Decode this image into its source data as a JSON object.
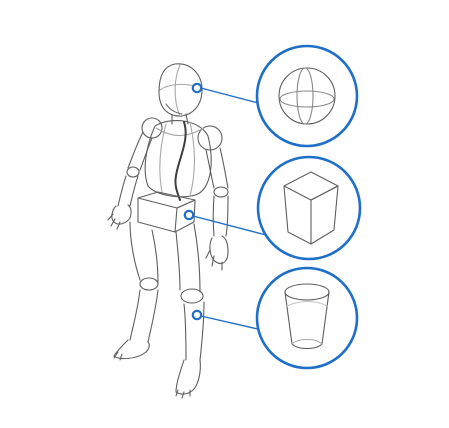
{
  "colors": {
    "accent": "#1f6fc8",
    "sketch": "#5f5f5f",
    "sketch_light": "#a8a8a8",
    "background": "#ffffff"
  },
  "callouts": [
    {
      "shape": "sphere",
      "anchor": "head"
    },
    {
      "shape": "cube",
      "anchor": "pelvis"
    },
    {
      "shape": "cylinder",
      "anchor": "lower-leg"
    }
  ]
}
